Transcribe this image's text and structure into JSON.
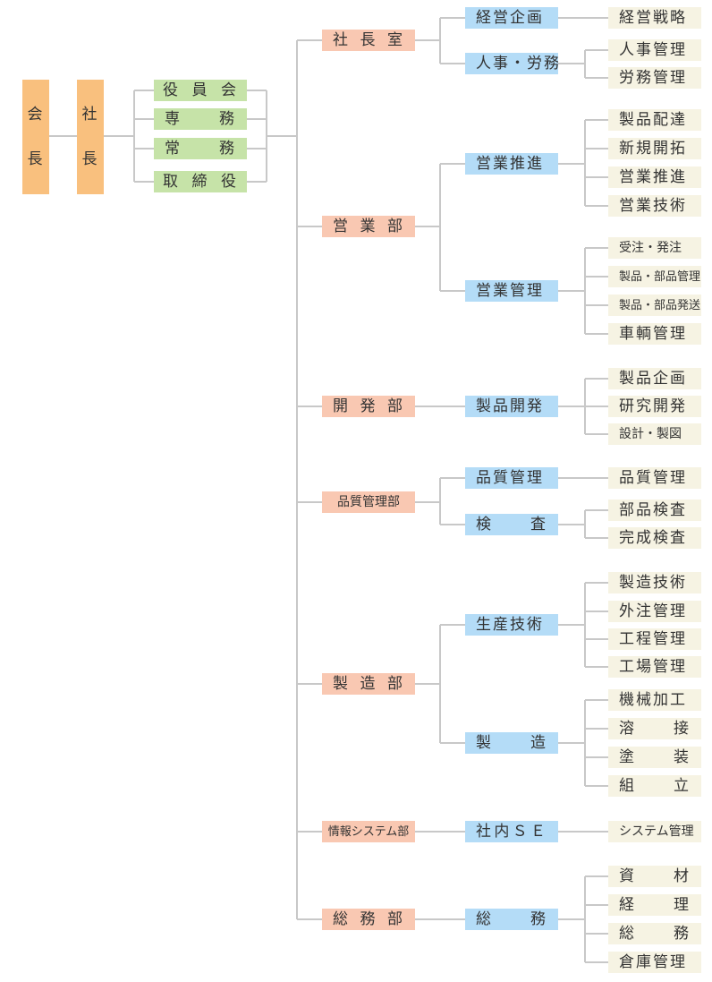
{
  "colors": {
    "top": "#f9c07e",
    "executive": "#c6e3a8",
    "department": "#f9c8b2",
    "section": "#b4dcf7",
    "unit": "#f6f3e3",
    "line": "#c8c8c8"
  },
  "chairman": {
    "c1": "会",
    "c2": "長"
  },
  "president": {
    "c1": "社",
    "c2": "長"
  },
  "executives": [
    {
      "chars": [
        "役",
        "員",
        "会"
      ]
    },
    {
      "chars": [
        "専",
        "務"
      ]
    },
    {
      "chars": [
        "常",
        "務"
      ]
    },
    {
      "chars": [
        "取",
        "締",
        "役"
      ]
    }
  ],
  "departments": [
    {
      "label": "社長室",
      "chars": [
        "社",
        "長",
        "室"
      ],
      "sections": [
        {
          "label": "経営企画",
          "units": [
            "経営戦略"
          ]
        },
        {
          "label": "人事・労務",
          "units": [
            "人事管理",
            "労務管理"
          ]
        }
      ]
    },
    {
      "label": "営業部",
      "chars": [
        "営",
        "業",
        "部"
      ],
      "sections": [
        {
          "label": "営業推進",
          "units": [
            "製品配達",
            "新規開拓",
            "営業推進",
            "営業技術"
          ]
        },
        {
          "label": "営業管理",
          "units": [
            "受注・発注",
            "製品・部品管理",
            "製品・部品発送",
            "車輌管理"
          ]
        }
      ]
    },
    {
      "label": "開発部",
      "chars": [
        "開",
        "発",
        "部"
      ],
      "sections": [
        {
          "label": "製品開発",
          "units": [
            "製品企画",
            "研究開発",
            "設計・製図"
          ]
        }
      ]
    },
    {
      "label": "品質管理部",
      "sections": [
        {
          "label": "品質管理",
          "units": [
            "品質管理"
          ]
        },
        {
          "label": "検査",
          "chars": [
            "検",
            "査"
          ],
          "units": [
            "部品検査",
            "完成検査"
          ]
        }
      ]
    },
    {
      "label": "製造部",
      "chars": [
        "製",
        "造",
        "部"
      ],
      "sections": [
        {
          "label": "生産技術",
          "units": [
            "製造技術",
            "外注管理",
            "工程管理",
            "工場管理"
          ]
        },
        {
          "label": "製造",
          "chars": [
            "製",
            "造"
          ],
          "units": [
            {
              "label": "機械加工"
            },
            {
              "label": "溶接",
              "chars": [
                "溶",
                "接"
              ]
            },
            {
              "label": "塗装",
              "chars": [
                "塗",
                "装"
              ]
            },
            {
              "label": "組立",
              "chars": [
                "組",
                "立"
              ]
            }
          ]
        }
      ]
    },
    {
      "label": "情報システム部",
      "sections": [
        {
          "label": "社内ＳＥ",
          "chars": [
            "社",
            "内",
            "Ｓ",
            "Ｅ"
          ],
          "units": [
            "システム管理"
          ]
        }
      ]
    },
    {
      "label": "総務部",
      "chars": [
        "総",
        "務",
        "部"
      ],
      "sections": [
        {
          "label": "総務",
          "chars": [
            "総",
            "務"
          ],
          "units": [
            {
              "label": "資材",
              "chars": [
                "資",
                "材"
              ]
            },
            {
              "label": "経理",
              "chars": [
                "経",
                "理"
              ]
            },
            {
              "label": "総務",
              "chars": [
                "総",
                "務"
              ]
            },
            {
              "label": "倉庫管理"
            }
          ]
        }
      ]
    }
  ]
}
